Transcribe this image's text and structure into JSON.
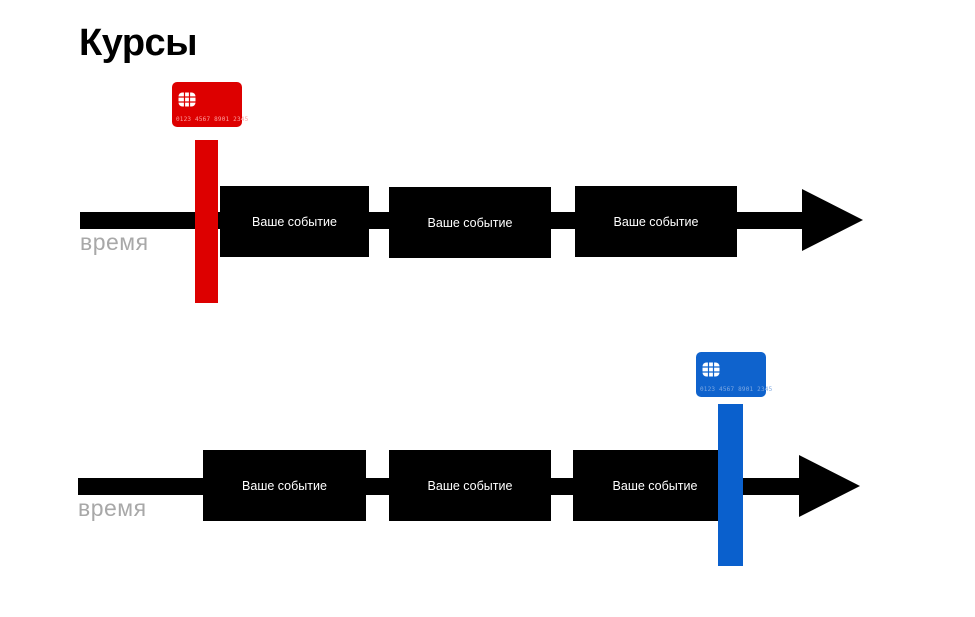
{
  "title": "Курсы",
  "colors": {
    "accent_red": "#dd0000",
    "accent_blue": "#0a60cd",
    "timeline_black": "#000000",
    "axis_label_gray": "#a8a8a8",
    "event_text_white": "#ffffff"
  },
  "timelines": [
    {
      "axis_label": "время",
      "events": [
        {
          "label": "Ваше событие"
        },
        {
          "label": "Ваше событие"
        },
        {
          "label": "Ваше событие"
        }
      ],
      "marker": {
        "kind": "payment-card",
        "color": "#dd0000",
        "position": "before-first-event",
        "card_number": "0123 4567 8901 2345"
      }
    },
    {
      "axis_label": "время",
      "events": [
        {
          "label": "Ваше событие"
        },
        {
          "label": "Ваше событие"
        },
        {
          "label": "Ваше событие"
        }
      ],
      "marker": {
        "kind": "payment-card",
        "color": "#0a60cd",
        "position": "after-last-event",
        "card_number": "0123 4567 8901 2345"
      }
    }
  ]
}
